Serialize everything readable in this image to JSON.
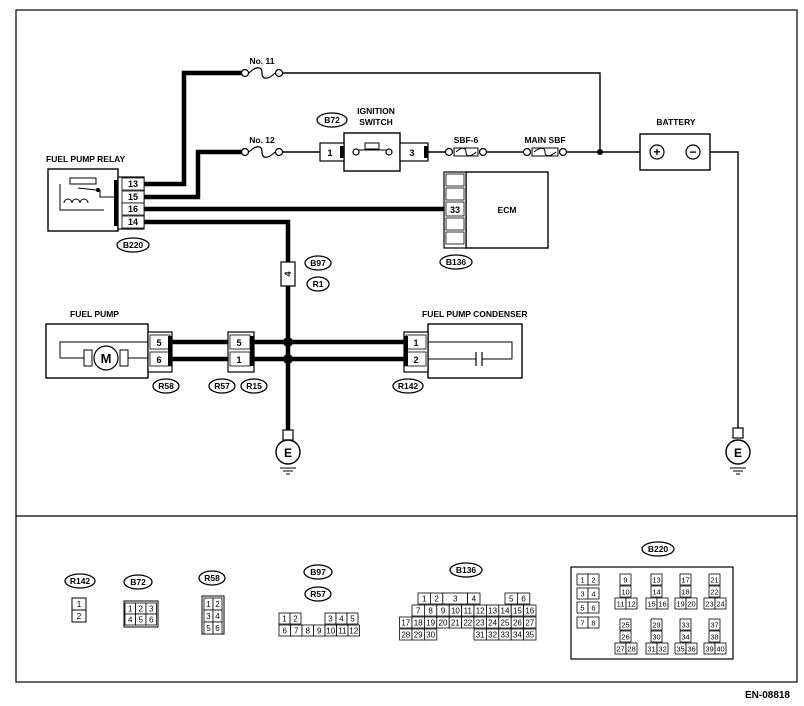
{
  "fuses": {
    "no11": "No. 11",
    "no12": "No. 12"
  },
  "ignition": {
    "line1": "IGNITION",
    "line2": "SWITCH",
    "code": "B72",
    "pin_in": "1",
    "pin_out": "3"
  },
  "sbf6": "SBF-6",
  "main_sbf": "MAIN SBF",
  "battery": {
    "label": "BATTERY",
    "plus": "+",
    "minus": "−"
  },
  "relay": {
    "label": "FUEL PUMP RELAY",
    "code": "B220",
    "pins": [
      "13",
      "15",
      "16",
      "14"
    ]
  },
  "ecm": {
    "label": "ECM",
    "code": "B136",
    "pin": "33"
  },
  "joint": {
    "pin": "4",
    "code1": "B97",
    "code2": "R1"
  },
  "fuel_pump": {
    "label": "FUEL PUMP",
    "motor": "M",
    "code": "R58",
    "pins": [
      "5",
      "6"
    ]
  },
  "inline": {
    "pins": [
      "5",
      "1"
    ],
    "code1": "R57",
    "code2": "R15"
  },
  "condenser": {
    "label": "FUEL PUMP CONDENSER",
    "code": "R142",
    "pins": [
      "1",
      "2"
    ]
  },
  "ground": "E",
  "lower": {
    "r142": {
      "code": "R142",
      "pins": [
        "1",
        "2"
      ]
    },
    "b72": {
      "code": "B72",
      "pins": [
        "1",
        "2",
        "3",
        "4",
        "5",
        "6"
      ]
    },
    "r58": {
      "code": "R58",
      "pins": [
        "1",
        "2",
        "3",
        "4",
        "5",
        "6"
      ]
    },
    "b97": {
      "code1": "B97",
      "code2": "R57",
      "row1": [
        "1",
        "2",
        "3",
        "4",
        "5"
      ],
      "row2": [
        "6",
        "7",
        "8",
        "9",
        "10",
        "11",
        "12"
      ]
    },
    "b136": {
      "code": "B136",
      "row1": [
        "1",
        "2",
        "3",
        "4",
        "5",
        "6"
      ],
      "row2": [
        "7",
        "8",
        "9",
        "10",
        "11",
        "12",
        "13",
        "14",
        "15",
        "16"
      ],
      "row3": [
        "17",
        "18",
        "19",
        "20",
        "21",
        "22",
        "23",
        "24",
        "25",
        "26",
        "27"
      ],
      "row4": [
        "28",
        "29",
        "30",
        "31",
        "32",
        "33",
        "34",
        "35"
      ]
    },
    "b220": {
      "code": "B220",
      "pins": [
        "1",
        "2",
        "3",
        "4",
        "5",
        "6",
        "7",
        "8",
        "9",
        "10",
        "11",
        "12",
        "13",
        "14",
        "15",
        "16",
        "17",
        "18",
        "19",
        "20",
        "21",
        "22",
        "23",
        "24",
        "25",
        "26",
        "27",
        "28",
        "29",
        "30",
        "31",
        "32",
        "33",
        "34",
        "35",
        "36",
        "37",
        "38",
        "39",
        "40"
      ]
    }
  },
  "footer": "EN-08818"
}
